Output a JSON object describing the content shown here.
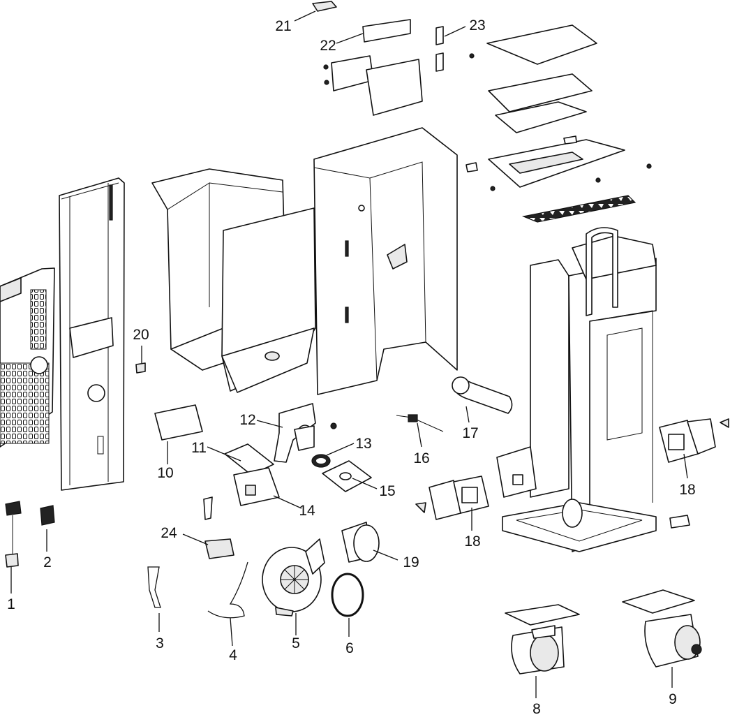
{
  "callouts": [
    {
      "id": "1",
      "label": "1"
    },
    {
      "id": "2",
      "label": "2"
    },
    {
      "id": "3",
      "label": "3"
    },
    {
      "id": "4",
      "label": "4"
    },
    {
      "id": "5",
      "label": "5"
    },
    {
      "id": "6",
      "label": "6"
    },
    {
      "id": "8",
      "label": "8"
    },
    {
      "id": "9",
      "label": "9"
    },
    {
      "id": "10",
      "label": "10"
    },
    {
      "id": "11",
      "label": "11"
    },
    {
      "id": "12",
      "label": "12"
    },
    {
      "id": "13",
      "label": "13"
    },
    {
      "id": "14",
      "label": "14"
    },
    {
      "id": "15",
      "label": "15"
    },
    {
      "id": "16",
      "label": "16"
    },
    {
      "id": "17",
      "label": "17"
    },
    {
      "id": "18a",
      "label": "18"
    },
    {
      "id": "18b",
      "label": "18"
    },
    {
      "id": "19",
      "label": "19"
    },
    {
      "id": "20",
      "label": "20"
    },
    {
      "id": "21",
      "label": "21"
    },
    {
      "id": "22",
      "label": "22"
    },
    {
      "id": "23",
      "label": "23"
    },
    {
      "id": "24",
      "label": "24"
    }
  ]
}
